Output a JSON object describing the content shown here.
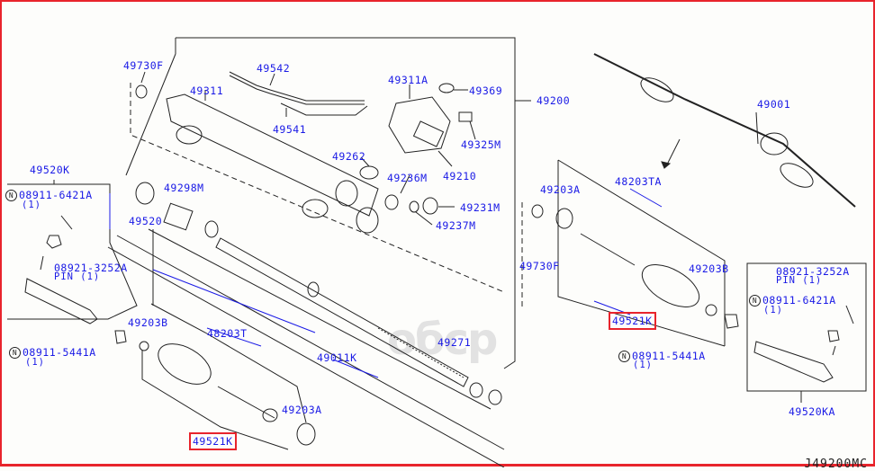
{
  "diagram": {
    "drawing_code": "J49200MC",
    "watermark": "обср",
    "highlight_color": "#e8242c",
    "label_color": "#1a1ae6"
  },
  "labels": {
    "p49730F_top": "49730F",
    "p49542": "49542",
    "p49311": "49311",
    "p49541": "49541",
    "p49311A": "49311A",
    "p49369": "49369",
    "p49200": "49200",
    "p49325M": "49325M",
    "p49262": "49262",
    "p49210": "49210",
    "p49236M": "49236M",
    "p49231M": "49231M",
    "p49237M": "49237M",
    "p49298M": "49298M",
    "p49520": "49520",
    "p49520K": "49520K",
    "p08911_6421A_left": "08911-6421A",
    "p08911_6421A_left_qty": "(1)",
    "p08921_3252A_left": "08921-3252A",
    "p08921_3252A_left_sub": "PIN (1)",
    "p49203B_left": "49203B",
    "p48203T": "48203T",
    "p08911_5441A_left": "08911-5441A",
    "p08911_5441A_left_qty": "(1)",
    "p49011K": "49011K",
    "p49271": "49271",
    "p49203A_left": "49203A",
    "p49521K_left": "49521K",
    "p49001": "49001",
    "p49203A_right": "49203A",
    "p48203TA": "48203TA",
    "p49730F_right": "49730F",
    "p49203B_right": "49203B",
    "p49521K_right": "49521K",
    "p08911_5441A_right": "08911-5441A",
    "p08911_5441A_right_qty": "(1)",
    "p08921_3252A_right": "08921-3252A",
    "p08921_3252A_right_sub": "PIN (1)",
    "p08911_6421A_right": "08911-6421A",
    "p08911_6421A_right_qty": "(1)",
    "p49520KA": "49520KA",
    "n_mark": "N"
  }
}
